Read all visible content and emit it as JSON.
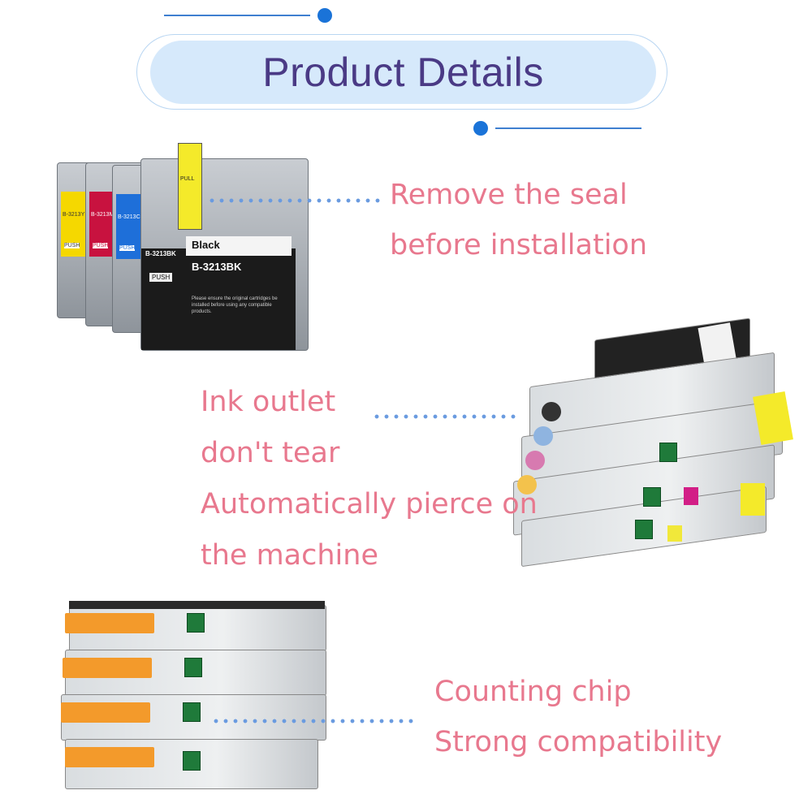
{
  "header": {
    "title": "Product Details"
  },
  "features": [
    {
      "lines": [
        "Remove the seal",
        "before installation"
      ]
    },
    {
      "lines": [
        "Ink outlet",
        "don't tear",
        "Automatically pierce on",
        "the machine"
      ]
    },
    {
      "lines": [
        "Counting chip",
        "Strong compatibility"
      ]
    }
  ],
  "cartridges": {
    "models": [
      "B-3213Y",
      "B-3213M",
      "B-3213C",
      "B-3213BK"
    ],
    "black_label": "Black",
    "push_label": "PUSH",
    "pull_label": "PULL",
    "notice": "Please ensure the original cartridges be installed before using any compatible products."
  },
  "colors": {
    "title": "#4a3a85",
    "feature_text": "#e8788e",
    "accent_blue": "#1a73d8",
    "pill_bg": "#d6e9fb",
    "yellow": "#f5d800",
    "magenta": "#c8123f",
    "cyan": "#1e6fd9",
    "black": "#1b1b1b"
  }
}
